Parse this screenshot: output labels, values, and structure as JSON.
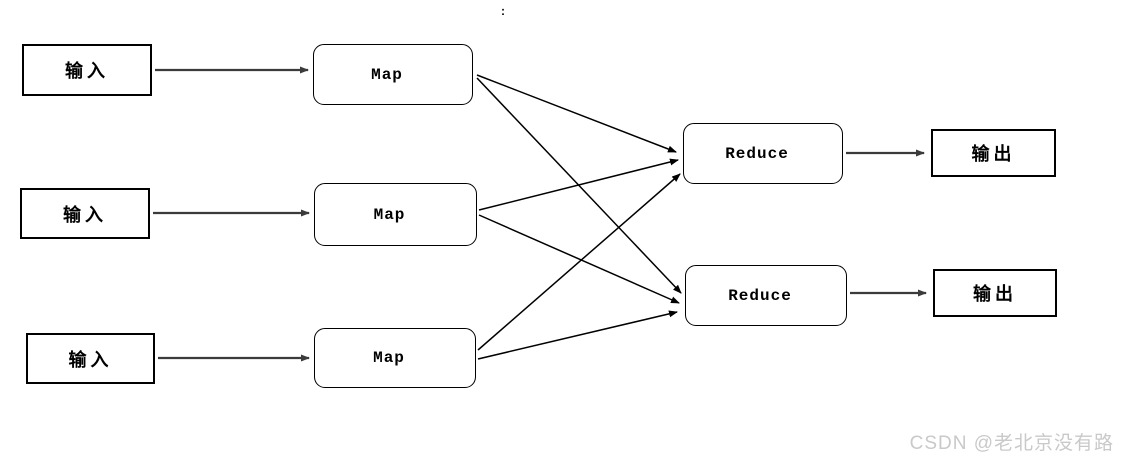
{
  "page": {
    "background": "#ffffff",
    "stray_mark": ":"
  },
  "watermark": {
    "text": "CSDN @老北京没有路",
    "color": "#c9c9c9"
  },
  "diagram": {
    "type": "flowchart",
    "topic": "MapReduce data flow",
    "colors": {
      "box_border": "#000000",
      "horizontal_arrow": "#3b3b3b",
      "diagonal_arrow": "#000000",
      "label_text": "#000000"
    },
    "nodes": [
      {
        "id": "input-1",
        "label": "输入",
        "shape": "rectangle"
      },
      {
        "id": "input-2",
        "label": "输入",
        "shape": "rectangle"
      },
      {
        "id": "input-3",
        "label": "输入",
        "shape": "rectangle"
      },
      {
        "id": "map-1",
        "label": "Map",
        "shape": "rounded"
      },
      {
        "id": "map-2",
        "label": "Map",
        "shape": "rounded"
      },
      {
        "id": "map-3",
        "label": "Map",
        "shape": "rounded"
      },
      {
        "id": "reduce-1",
        "label": "Reduce",
        "shape": "rounded"
      },
      {
        "id": "reduce-2",
        "label": "Reduce",
        "shape": "rounded"
      },
      {
        "id": "output-1",
        "label": "输出",
        "shape": "rectangle"
      },
      {
        "id": "output-2",
        "label": "输出",
        "shape": "rectangle"
      }
    ],
    "edges": [
      {
        "from": "input-1",
        "to": "map-1"
      },
      {
        "from": "input-2",
        "to": "map-2"
      },
      {
        "from": "input-3",
        "to": "map-3"
      },
      {
        "from": "map-1",
        "to": "reduce-1"
      },
      {
        "from": "map-1",
        "to": "reduce-2"
      },
      {
        "from": "map-2",
        "to": "reduce-1"
      },
      {
        "from": "map-2",
        "to": "reduce-2"
      },
      {
        "from": "map-3",
        "to": "reduce-1"
      },
      {
        "from": "map-3",
        "to": "reduce-2"
      },
      {
        "from": "reduce-1",
        "to": "output-1"
      },
      {
        "from": "reduce-2",
        "to": "output-2"
      }
    ]
  }
}
